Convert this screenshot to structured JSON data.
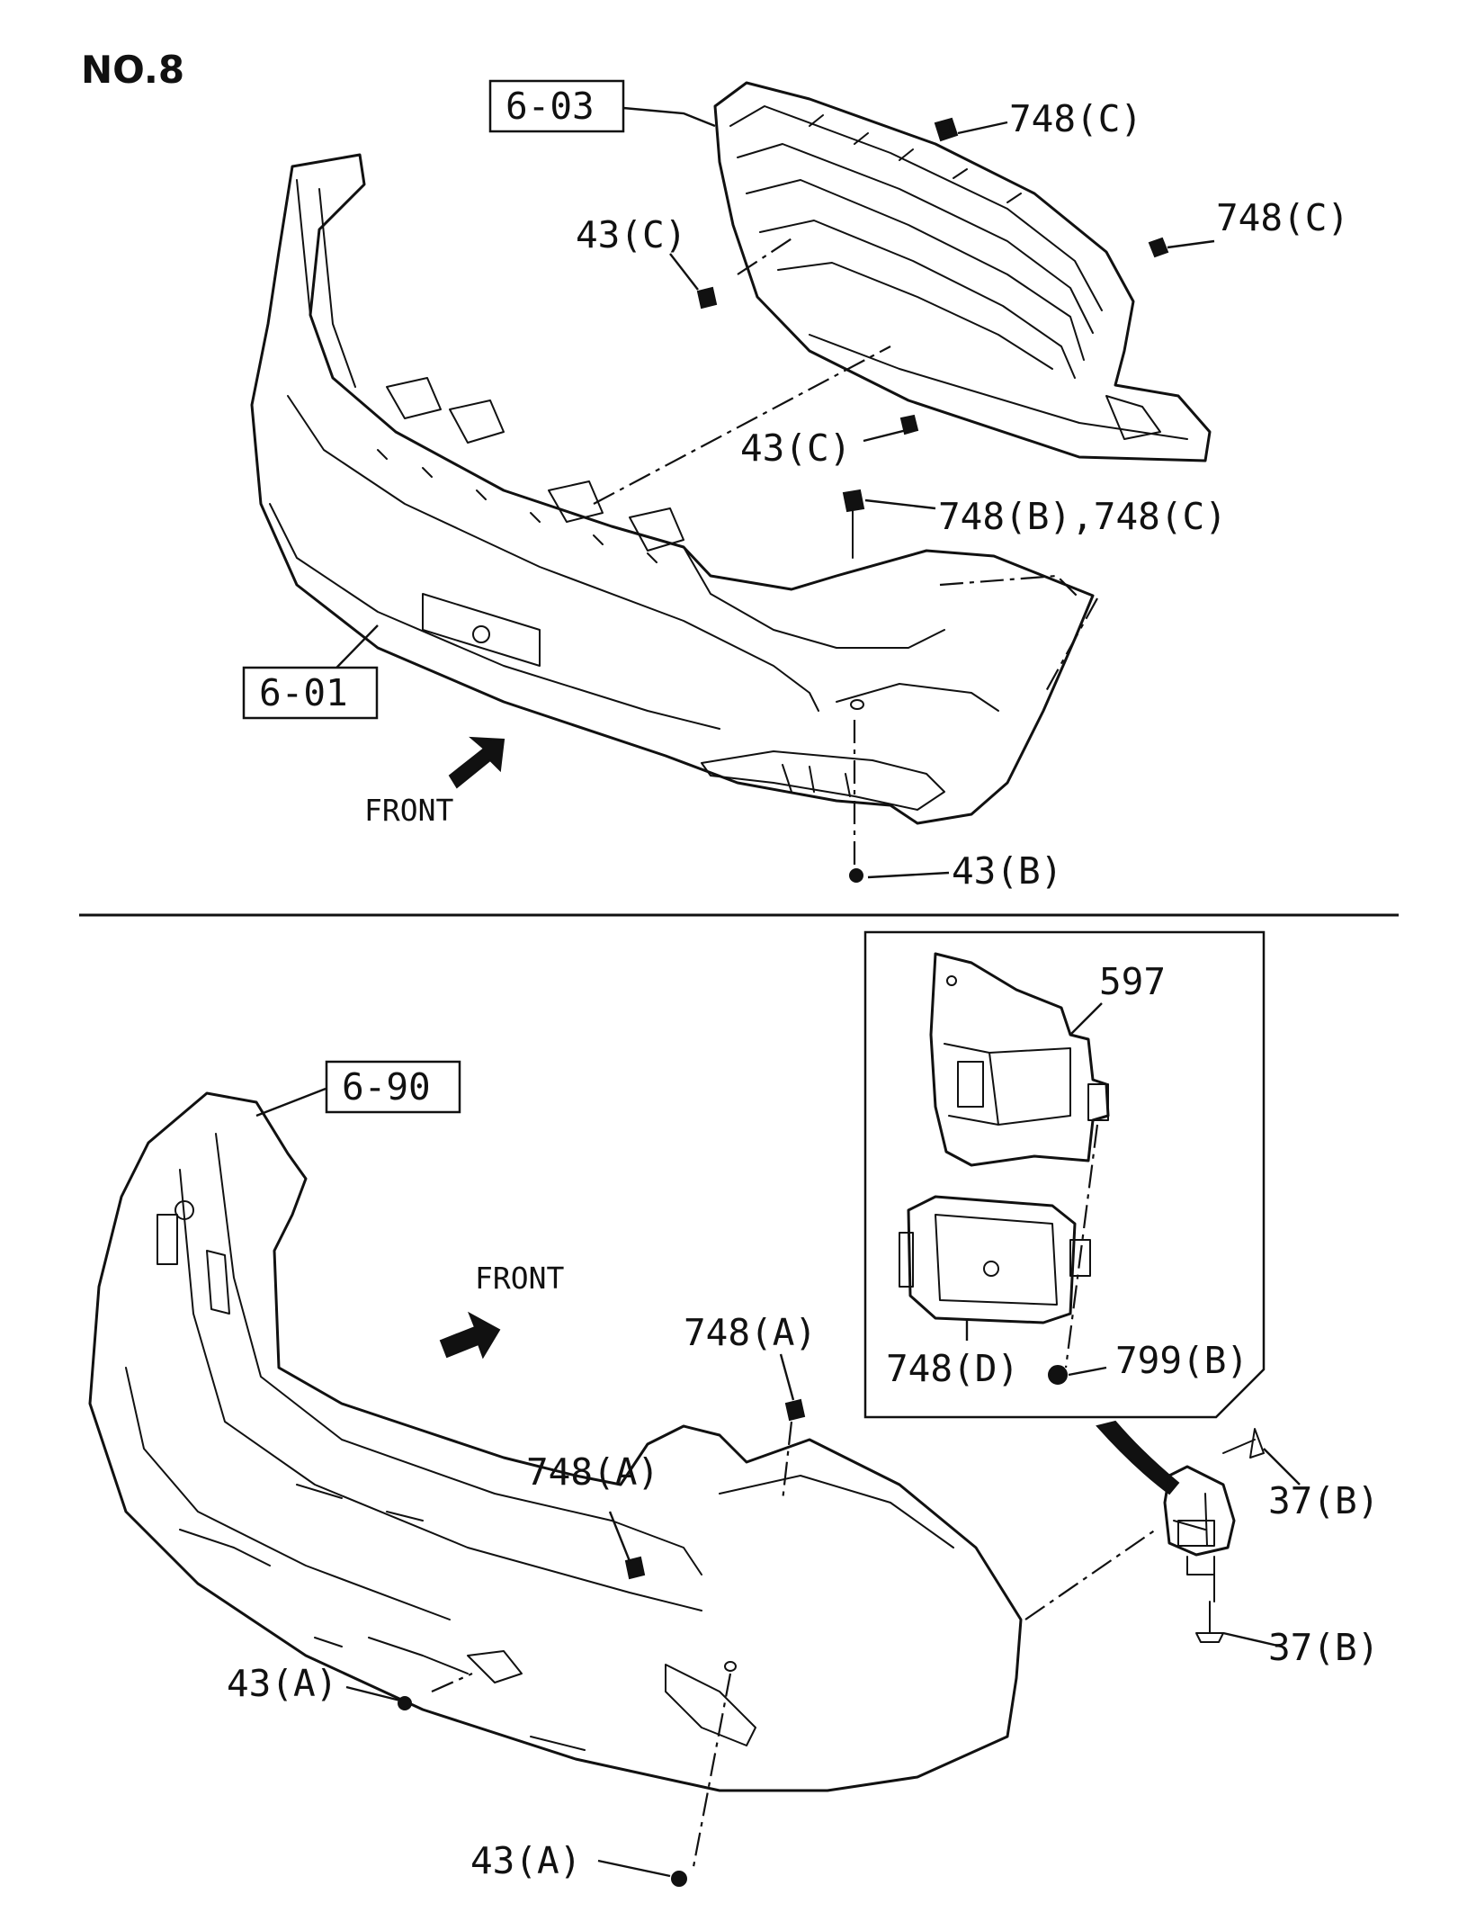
{
  "page_label": "NO.8",
  "section_refs": {
    "grille": "6-03",
    "front_bumper": "6-01",
    "rear_bumper": "6-90"
  },
  "direction_labels": {
    "upper": "FRONT",
    "lower": "FRONT"
  },
  "callouts": {
    "grille_clip_top": "748(C)",
    "grille_clip_right": "748(C)",
    "grille_screw_left": "43(C)",
    "grille_screw_bottom": "43(C)",
    "bumper_clip_pair": "748(B),748(C)",
    "front_bumper_screw": "43(B)",
    "sensor_bracket": "597",
    "sensor_unit": "748(D)",
    "sensor_screw": "799(B)",
    "rear_clip_upper": "748(A)",
    "rear_clip_lower": "748(A)",
    "bracket_bolt_upper": "37(B)",
    "bracket_bolt_lower": "37(B)",
    "rear_screw_left": "43(A)",
    "rear_screw_bottom": "43(A)"
  }
}
